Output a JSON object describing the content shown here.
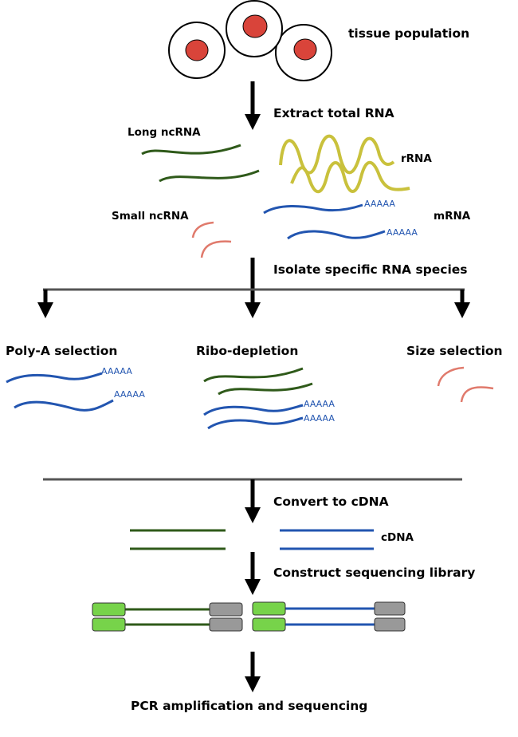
{
  "colors": {
    "green": "#2f5a1a",
    "blue": "#2255b0",
    "yellow": "#c9c13c",
    "salmon": "#e07a6c",
    "nucleus": "#d9443a",
    "adapter_green": "#77d34a",
    "adapter_gray": "#999999",
    "rule": "#555555"
  },
  "labels": {
    "tissue": "tissue population",
    "extract": "Extract total RNA",
    "long_ncrna": "Long ncRNA",
    "rrna": "rRNA",
    "small_ncrna": "Small ncRNA",
    "mrna": "mRNA",
    "isolate": "Isolate specific RNA species",
    "polya_sel": "Poly-A selection",
    "ribo": "Ribo-depletion",
    "size_sel": "Size selection",
    "convert": "Convert to cDNA",
    "cdna": "cDNA",
    "construct": "Construct sequencing library",
    "pcr": "PCR amplification and sequencing",
    "polya_tail": "AAAAA"
  }
}
